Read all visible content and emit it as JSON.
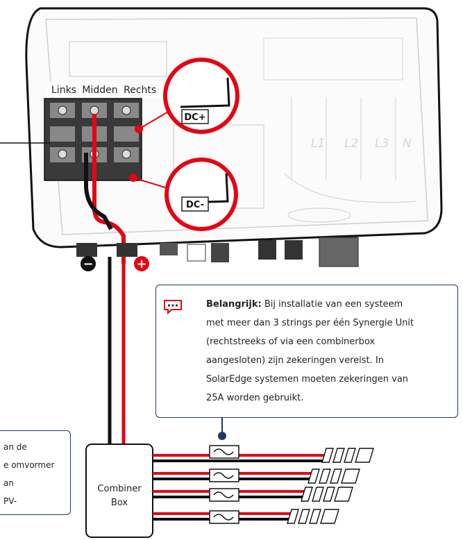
{
  "terminal_labels": {
    "left": "Links",
    "middle": "Midden",
    "right": "Rechts"
  },
  "polarity": {
    "dc_plus": "DC+",
    "dc_minus": "DC-",
    "minus_symbol": "−",
    "plus_symbol": "+"
  },
  "phase_labels": [
    "L1",
    "L2",
    "L3",
    "N"
  ],
  "callout": {
    "icon": "speech-bubble-icon",
    "title": "Belangrijk:",
    "lines": [
      "Bij installatie van een systeem",
      "met meer dan 3 strings per één Synergie Unit",
      "(rechtstreeks of via een combinerbox",
      "aangesloten) zijn zekeringen vereist. In",
      "SolarEdge systemen moeten zekeringen van",
      "25A worden gebruikt."
    ]
  },
  "left_note": {
    "lines": [
      "an de",
      "e omvormer",
      "an",
      "PV-"
    ]
  },
  "combiner_box": {
    "line1": "Combiner",
    "line2": "Box"
  },
  "colors": {
    "accent": "#e30613",
    "outline": "#1f3a5f",
    "cable_black": "#111111"
  }
}
